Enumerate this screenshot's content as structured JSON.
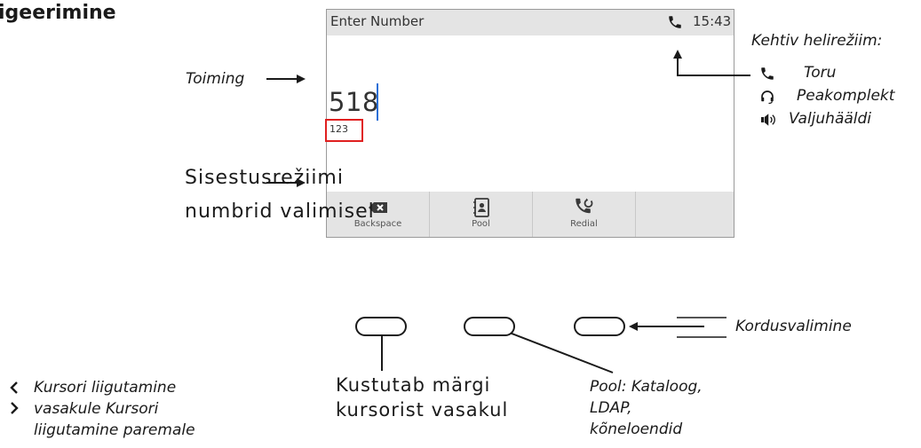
{
  "heading": "igeerimine",
  "screen": {
    "title": "Enter Number",
    "time": "15:43",
    "number": "518",
    "input_mode": "123",
    "softkeys": [
      {
        "label": "Backspace",
        "icon": "backspace-icon"
      },
      {
        "label": "Pool",
        "icon": "directory-icon"
      },
      {
        "label": "Redial",
        "icon": "redial-icon"
      },
      {
        "label": "",
        "icon": ""
      }
    ]
  },
  "callouts": {
    "toiming": "Toiming",
    "input_mode_line1": "Sisestusrežiimi",
    "input_mode_line2": "numbrid valimisel",
    "current_mode_title": "Kehtiv helirežiim:",
    "mode_handset": "Toru",
    "mode_headset": "Peakomplekt",
    "mode_speaker": "Valjuhääldi",
    "redial": "Kordusvalimine",
    "backspace_line1": "Kustutab märgi",
    "backspace_line2": "kursorist vasakul",
    "pool_line1": "Pool: Kataloog,",
    "pool_line2": "LDAP,",
    "pool_line3": "kõneloendid",
    "nav_line1": "Kursori liigutamine",
    "nav_line2": "vasakule Kursori",
    "nav_line3": "liigutamine paremale"
  },
  "icons": {
    "status": "handset-icon",
    "legend": [
      "handset-icon",
      "headset-icon",
      "speaker-icon"
    ],
    "nav": [
      "chevron-left-icon",
      "chevron-right-icon"
    ]
  },
  "colors": {
    "cursor": "#2a6fd6",
    "highlight_box": "#e02020",
    "screen_bar": "#e4e4e4"
  }
}
